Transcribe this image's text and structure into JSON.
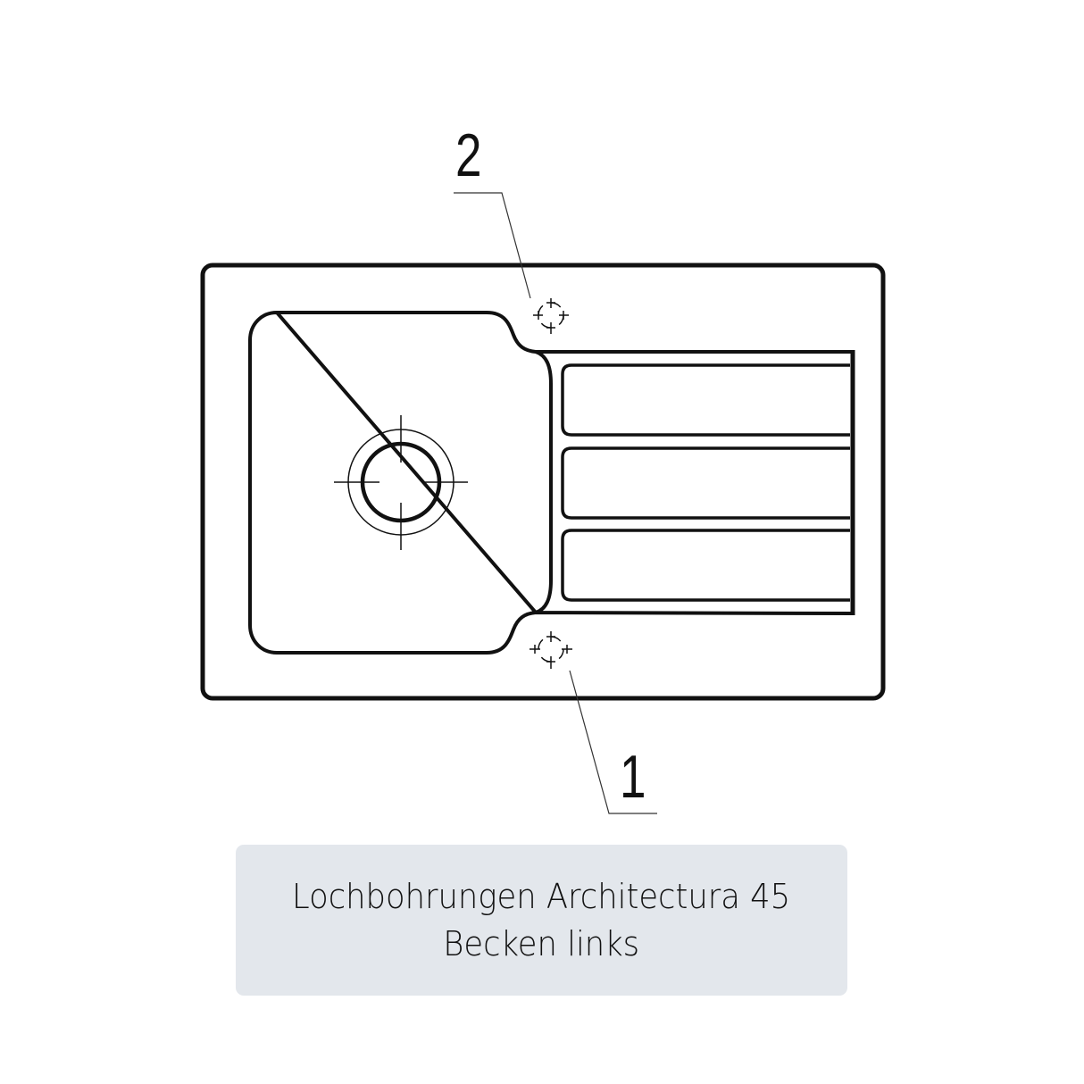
{
  "drawing": {
    "subject": "sink-top-view",
    "callouts": [
      {
        "id": "2",
        "label": "2",
        "target": "tap-hole-top"
      },
      {
        "id": "1",
        "label": "1",
        "target": "tap-hole-bottom"
      }
    ],
    "drainer_grooves": 3,
    "colors": {
      "line": "#111111",
      "caption_background": "#e3e7ec",
      "caption_text": "#111111"
    }
  },
  "caption": {
    "line1": "Lochbohrungen Architectura 45",
    "line2": "Becken links"
  }
}
